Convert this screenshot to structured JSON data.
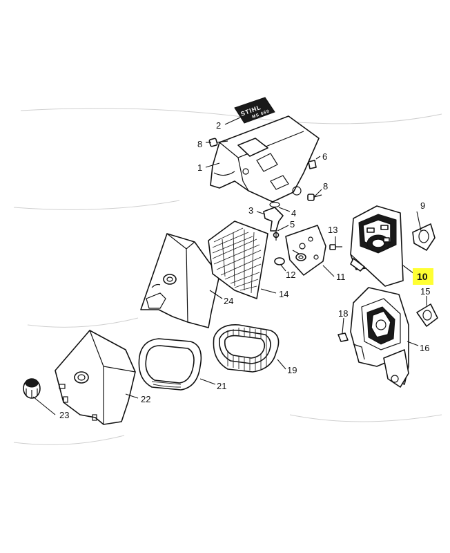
{
  "highlight": {
    "color": "#ffff33",
    "part": "10"
  },
  "logo": {
    "brand": "STIHL",
    "model": "MS 660"
  },
  "callouts": [
    {
      "id": "c1",
      "label": "1"
    },
    {
      "id": "c2",
      "label": "2"
    },
    {
      "id": "c3",
      "label": "3"
    },
    {
      "id": "c4",
      "label": "4"
    },
    {
      "id": "c5",
      "label": "5"
    },
    {
      "id": "c6",
      "label": "6"
    },
    {
      "id": "c8a",
      "label": "8"
    },
    {
      "id": "c8b",
      "label": "8"
    },
    {
      "id": "c9",
      "label": "9"
    },
    {
      "id": "c10",
      "label": "10"
    },
    {
      "id": "c11",
      "label": "11"
    },
    {
      "id": "c12",
      "label": "12"
    },
    {
      "id": "c13",
      "label": "13"
    },
    {
      "id": "c14",
      "label": "14"
    },
    {
      "id": "c15",
      "label": "15"
    },
    {
      "id": "c16",
      "label": "16"
    },
    {
      "id": "c18",
      "label": "18"
    },
    {
      "id": "c19",
      "label": "19"
    },
    {
      "id": "c21",
      "label": "21"
    },
    {
      "id": "c22",
      "label": "22"
    },
    {
      "id": "c23",
      "label": "23"
    },
    {
      "id": "c24",
      "label": "24"
    }
  ]
}
